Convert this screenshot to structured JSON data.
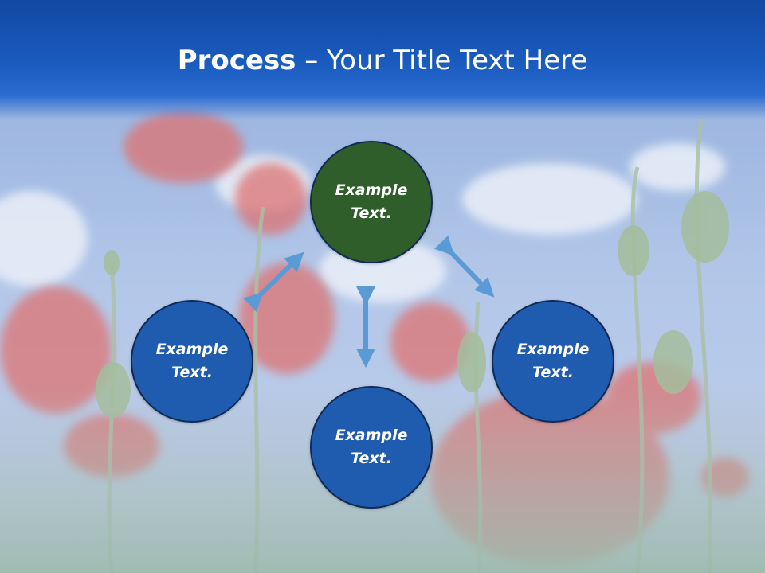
{
  "slide": {
    "title_bold": "Process",
    "title_rest": " – Your Title Text Here"
  },
  "nodes": {
    "top": {
      "line1": "Example",
      "line2": "Text."
    },
    "left": {
      "line1": "Example",
      "line2": "Text."
    },
    "right": {
      "line1": "Example",
      "line2": "Text."
    },
    "bottom": {
      "line1": "Example",
      "line2": "Text."
    }
  },
  "colors": {
    "header": "#1a5cc0",
    "node_top": "#2f5e2a",
    "node_blue": "#1f5cb0",
    "arrow": "#5b9bd5"
  },
  "icons": [
    "double-arrow-icon"
  ]
}
